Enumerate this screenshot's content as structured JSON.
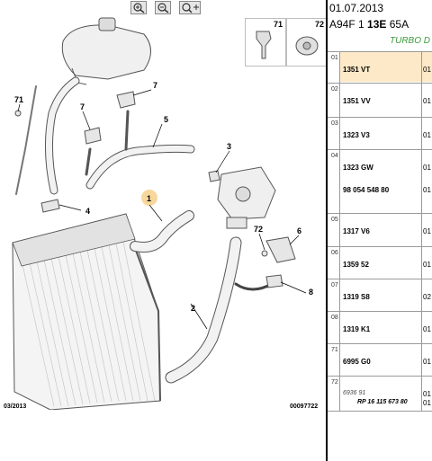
{
  "toolbar": {
    "zoom_in": "zoom-in-icon",
    "zoom_out": "zoom-out-icon",
    "zoom_fit": "zoom-fit-icon"
  },
  "header": {
    "date": "01.07.2013",
    "code_prefix": "A94F 1 ",
    "code_bold": "13E",
    "code_suffix": " 65A",
    "category": "TURBO D"
  },
  "insets": [
    {
      "label": "71"
    },
    {
      "label": "72"
    }
  ],
  "callouts": [
    "1",
    "2",
    "3",
    "4",
    "5",
    "6",
    "7",
    "7",
    "8",
    "71",
    "72"
  ],
  "footer": {
    "left": "03/2013",
    "right": "00097722"
  },
  "parts": [
    {
      "num": "01",
      "ref": "1351 VT",
      "col3": "01",
      "selected": true
    },
    {
      "num": "02",
      "ref": "1351 VV",
      "col3": "01"
    },
    {
      "num": "03",
      "ref": "1323 V3",
      "col3": "01"
    },
    {
      "num": "04",
      "ref": "1323 GW",
      "ref2": "98 054 548 80",
      "col3": "01",
      "col3b": "01"
    },
    {
      "num": "05",
      "ref": "1317 V6",
      "col3": "01"
    },
    {
      "num": "06",
      "ref": "1359 52",
      "col3": "01"
    },
    {
      "num": "07",
      "ref": "1319 S8",
      "col3": "02"
    },
    {
      "num": "08",
      "ref": "1319 K1",
      "col3": "01"
    },
    {
      "num": "71",
      "ref": "6995 G0",
      "col3": "01"
    },
    {
      "num": "72",
      "ref": "6936 91",
      "ref2": "RP 16 115 673 80",
      "col3": "01",
      "col3b": "01"
    }
  ],
  "colors": {
    "highlight": "#fde9c8",
    "callout": "#f7d79b",
    "turbo": "#3a9a3a"
  }
}
